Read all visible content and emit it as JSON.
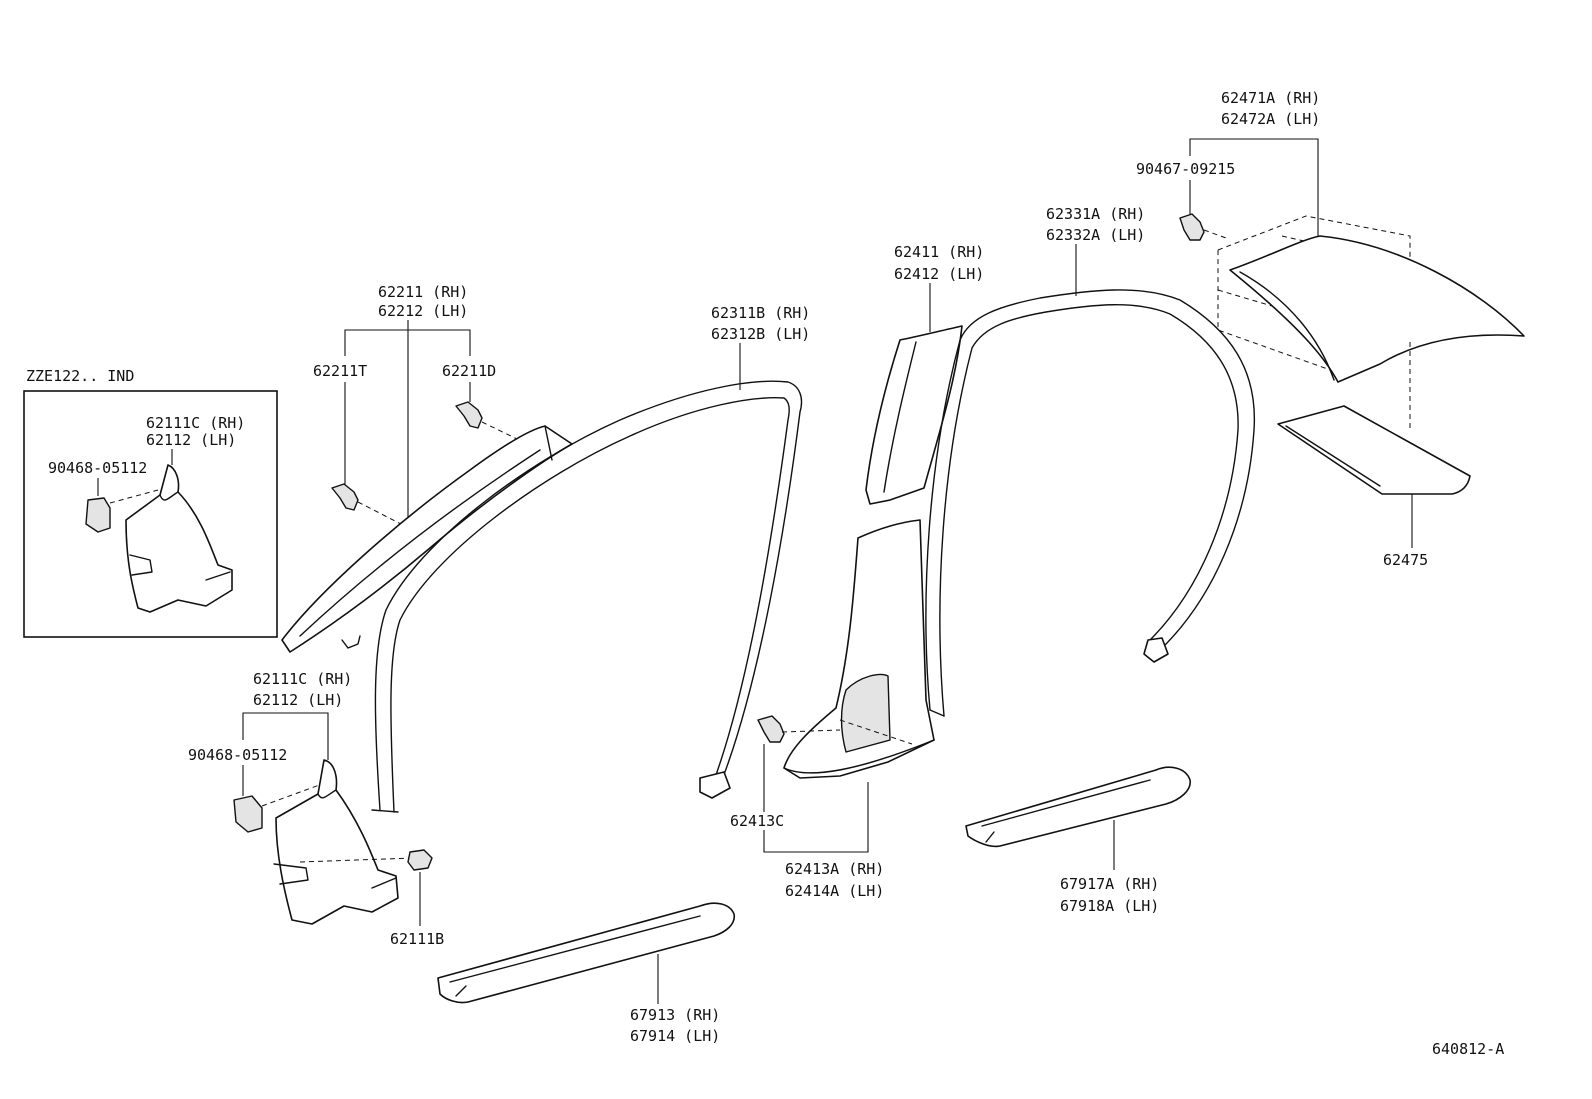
{
  "inset": {
    "title": "ZZE122.. IND",
    "part_rh": "62111C (RH)",
    "part_lh": "62112  (LH)",
    "clip": "90468-05112"
  },
  "callouts": {
    "p62211_rh": "62211 (RH)",
    "p62212_lh": "62212 (LH)",
    "p62211T": "62211T",
    "p62211D": "62211D",
    "p62311B_rh": "62311B (RH)",
    "p62312B_lh": "62312B (LH)",
    "p62411_rh": "62411 (RH)",
    "p62412_lh": "62412 (LH)",
    "p62331A_rh": "62331A (RH)",
    "p62332A_lh": "62332A (LH)",
    "p62471A_rh": "62471A (RH)",
    "p62472A_lh": "62472A (LH)",
    "p90467": "90467-09215",
    "p62475": "62475",
    "p62111C_rh": "62111C (RH)",
    "p62112_lh": "62112  (LH)",
    "p90468": "90468-05112",
    "p62111B": "62111B",
    "p62413C": "62413C",
    "p62413A_rh": "62413A (RH)",
    "p62414A_lh": "62414A (LH)",
    "p67917A_rh": "67917A (RH)",
    "p67918A_lh": "67918A (LH)",
    "p67913_rh": "67913 (RH)",
    "p67914_lh": "67914 (LH)"
  },
  "diagram_id": "640812-A"
}
